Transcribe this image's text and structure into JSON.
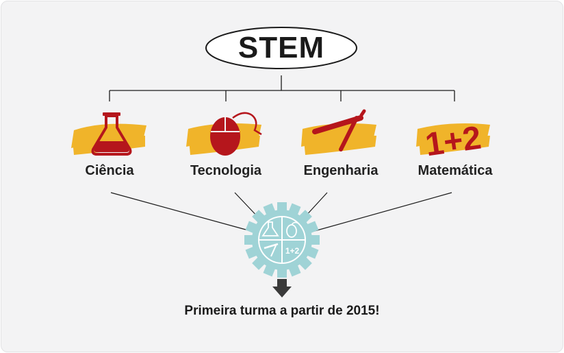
{
  "diagram": {
    "title": "STEM",
    "branches": [
      {
        "label": "Ciência",
        "icon": "flask-icon"
      },
      {
        "label": "Tecnologia",
        "icon": "mouse-icon"
      },
      {
        "label": "Engenharia",
        "icon": "compass-icon"
      },
      {
        "label": "Matemática",
        "icon": "math-icon",
        "icon_text": "1+2"
      }
    ],
    "hub_icon_text": "1+2",
    "caption": "Primeira turma a partir de 2015!",
    "colors": {
      "icon_red": "#b5161c",
      "brush_yellow": "#f0b42a",
      "gear_teal": "#9fd3d6",
      "line": "#1a1a1a",
      "background": "#f3f3f4"
    }
  }
}
